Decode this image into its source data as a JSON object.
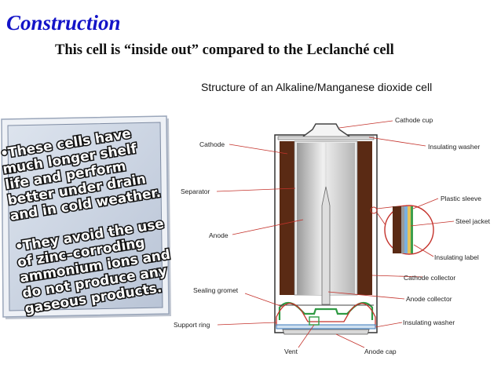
{
  "slide": {
    "title": "Construction",
    "subtitle": "This cell is “inside out” compared to the Leclanché cell"
  },
  "diagram": {
    "title": "Structure of an Alkaline/Manganese dioxide cell",
    "labels": {
      "cathode_cup": "Cathode cup",
      "cathode": "Cathode",
      "insulating_washer_top": "Insulating washer",
      "separator": "Separator",
      "plastic_sleeve": "Plastic sleeve",
      "steel_jacket": "Steel jacket",
      "anode": "Anode",
      "insulating_label": "Insulating label",
      "cathode_collector": "Cathode collector",
      "sealing_gromet": "Sealing gromet",
      "anode_collector": "Anode collector",
      "support_ring": "Support ring",
      "insulating_washer_bottom": "Insulating washer",
      "vent": "Vent",
      "anode_cap": "Anode cap"
    }
  },
  "notes": {
    "bullet": "•",
    "note1": [
      "These cells have",
      "much longer shelf",
      "life and perform",
      "better under drain",
      "and in cold weather."
    ],
    "note2": [
      "They avoid the use",
      "of zinc–corroding",
      "ammonium ions and",
      "do not produce any",
      "gaseous products."
    ]
  },
  "colors": {
    "title": "#1414c8",
    "cathode": "#5a2a14",
    "board": "#cdd6e4",
    "board_frame": "#e9edf4"
  }
}
